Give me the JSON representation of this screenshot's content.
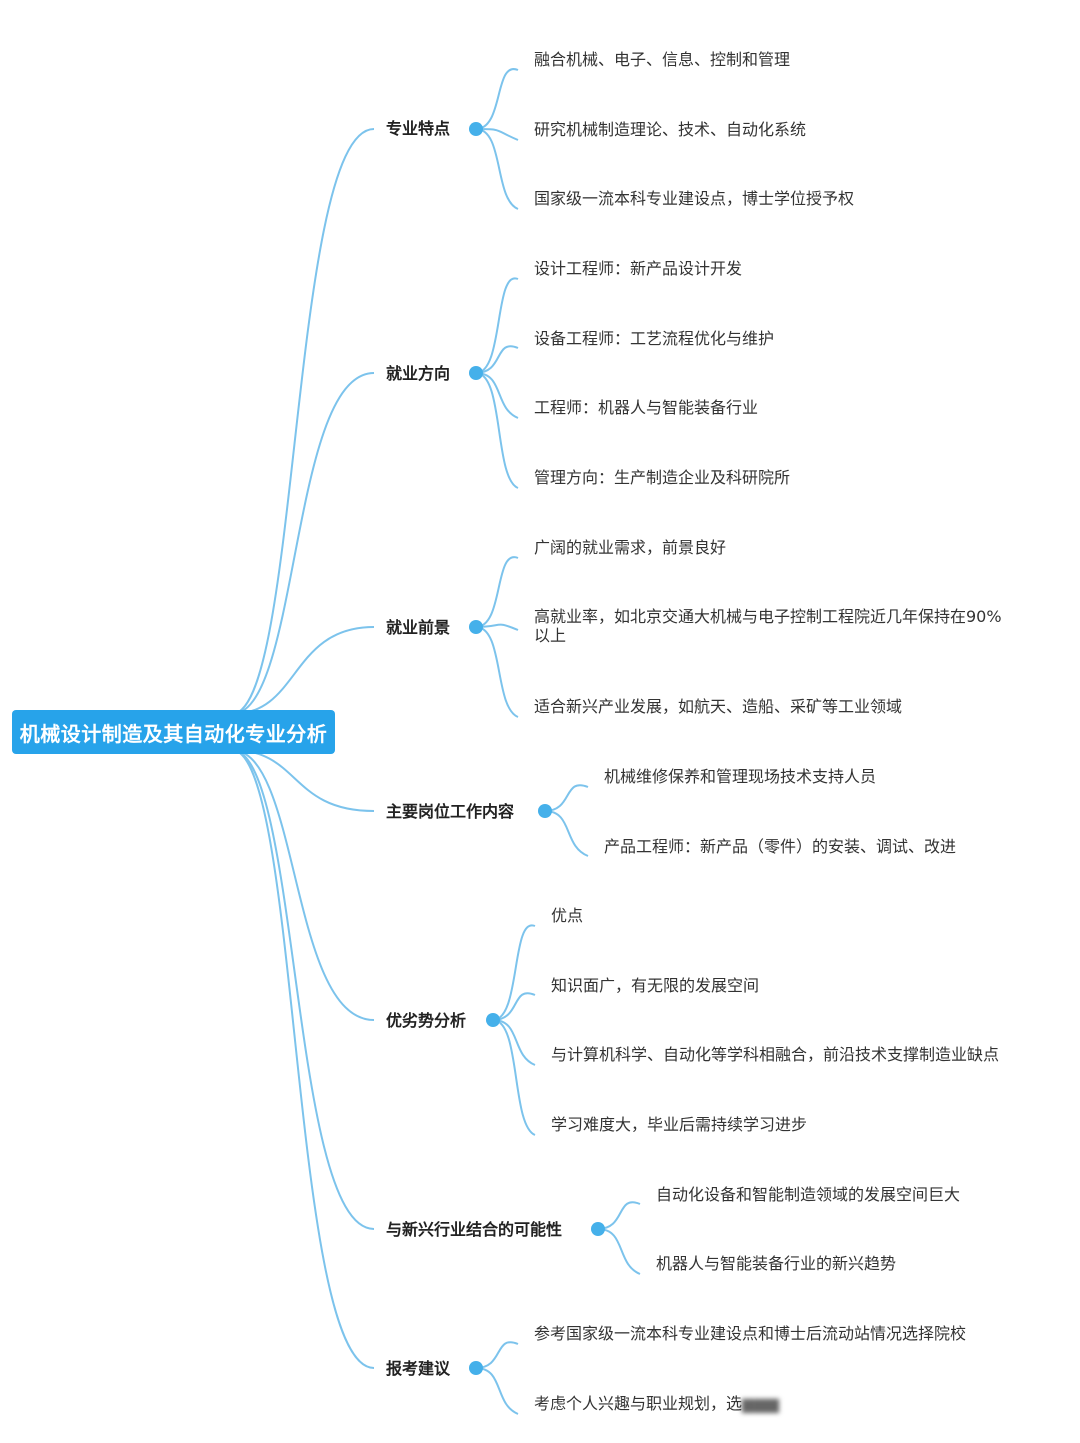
{
  "root": {
    "label": "机械设计制造及其自动化专业分析"
  },
  "colors": {
    "root_bg": "#27a3ea",
    "line": "#7cc3ec",
    "dot": "#45b0ea"
  },
  "branches": [
    {
      "label": "专业特点",
      "leaves": [
        "融合机械、电子、信息、控制和管理",
        "研究机械制造理论、技术、自动化系统",
        "国家级一流本科专业建设点，博士学位授予权"
      ]
    },
    {
      "label": "就业方向",
      "leaves": [
        "设计工程师：新产品设计开发",
        "设备工程师：工艺流程优化与维护",
        "工程师：机器人与智能装备行业",
        "管理方向：生产制造企业及科研院所"
      ]
    },
    {
      "label": "就业前景",
      "leaves": [
        "广阔的就业需求，前景良好",
        "高就业率，如北京交通大机械与电子控制工程院近几年保持在90%以上",
        "适合新兴产业发展，如航天、造船、采矿等工业领域"
      ]
    },
    {
      "label": "主要岗位工作内容",
      "leaves": [
        "机械维修保养和管理现场技术支持人员",
        "产品工程师：新产品（零件）的安装、调试、改进"
      ]
    },
    {
      "label": "优劣势分析",
      "leaves": [
        "优点",
        "知识面广，有无限的发展空间",
        "与计算机科学、自动化等学科相融合，前沿技术支撑制造业缺点",
        "学习难度大，毕业后需持续学习进步"
      ]
    },
    {
      "label": "与新兴行业结合的可能性",
      "leaves": [
        "自动化设备和智能制造领域的发展空间巨大",
        "机器人与智能装备行业的新兴趋势"
      ]
    },
    {
      "label": "报考建议",
      "leaves": [
        "参考国家级一流本科专业建设点和博士后流动站情况选择院校",
        "考虑个人兴趣与职业规划，选"
      ]
    }
  ]
}
